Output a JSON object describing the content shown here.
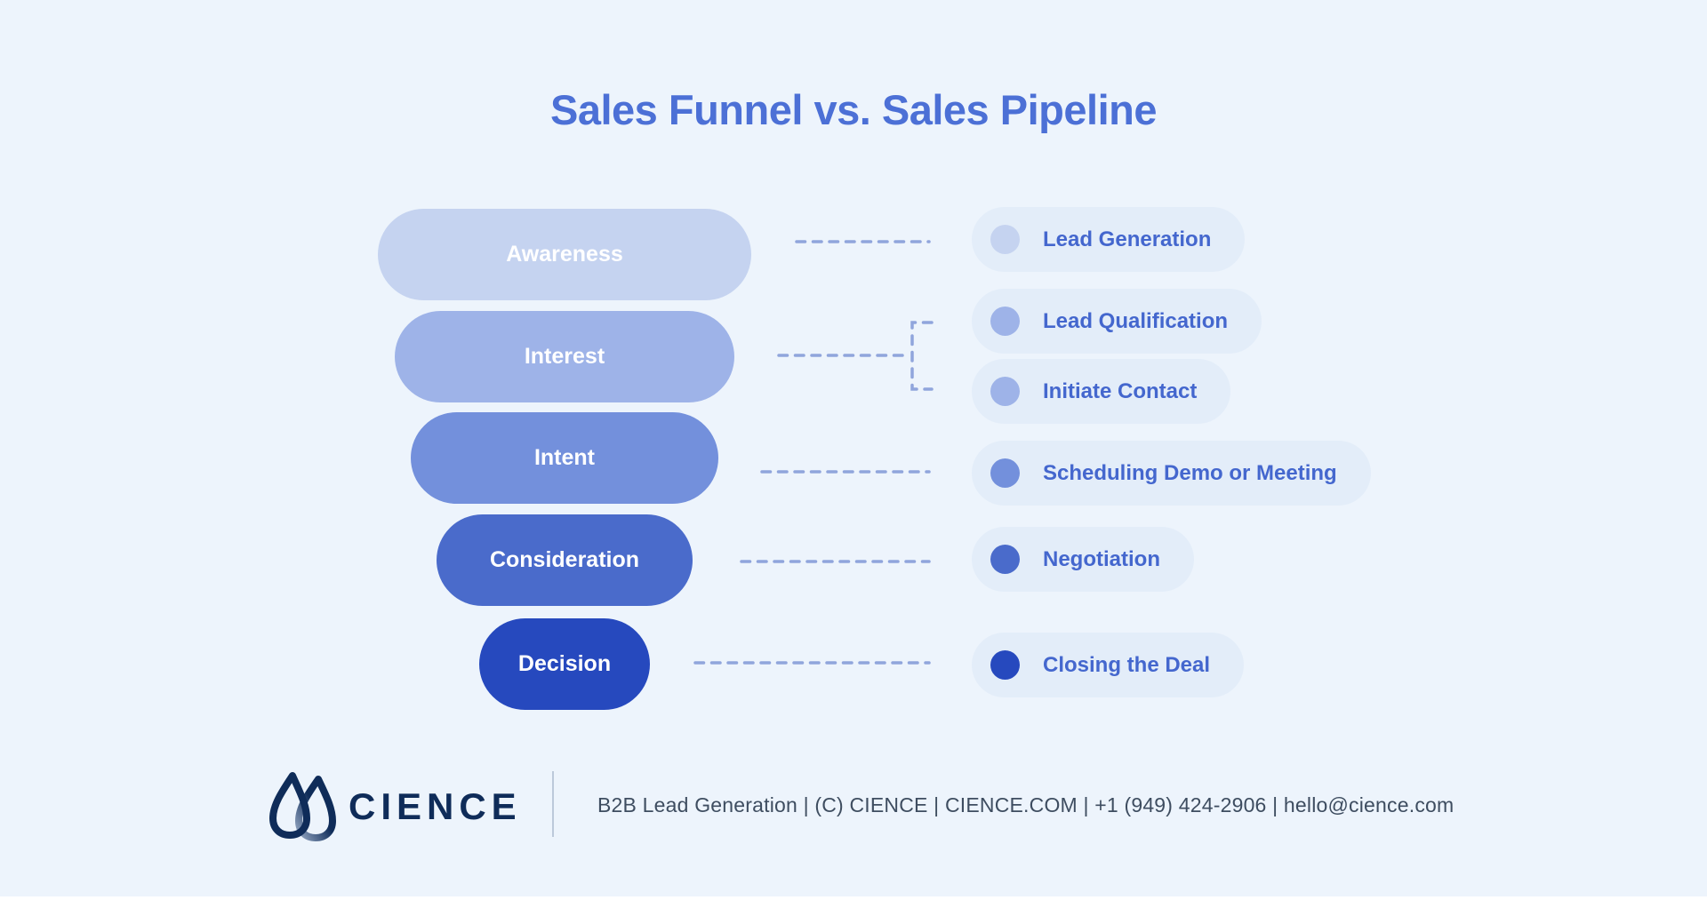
{
  "title": {
    "text": "Sales Funnel vs. Sales Pipeline",
    "color": "#4C70D6"
  },
  "funnel": {
    "stages": [
      {
        "label": "Awareness",
        "color": "#C5D3F0"
      },
      {
        "label": "Interest",
        "color": "#9EB3E8"
      },
      {
        "label": "Intent",
        "color": "#7390DC"
      },
      {
        "label": "Consideration",
        "color": "#4A6BCB"
      },
      {
        "label": "Decision",
        "color": "#2649BE"
      }
    ]
  },
  "pipeline": {
    "pill_bg": "#E3EDF9",
    "text_color": "#4467CE",
    "items": [
      {
        "label": "Lead Generation",
        "dot_color": "#C5D3F0"
      },
      {
        "label": "Lead Qualification",
        "dot_color": "#9EB3E8"
      },
      {
        "label": "Initiate Contact",
        "dot_color": "#9EB3E8"
      },
      {
        "label": "Scheduling Demo or Meeting",
        "dot_color": "#7390DC"
      },
      {
        "label": "Negotiation",
        "dot_color": "#4A6BCB"
      },
      {
        "label": "Closing the Deal",
        "dot_color": "#2649BE"
      }
    ]
  },
  "mappings": [
    {
      "from": "Awareness",
      "to": [
        "Lead Generation"
      ]
    },
    {
      "from": "Interest",
      "to": [
        "Lead Qualification",
        "Initiate Contact"
      ]
    },
    {
      "from": "Intent",
      "to": [
        "Scheduling Demo or Meeting"
      ]
    },
    {
      "from": "Consideration",
      "to": [
        "Negotiation"
      ]
    },
    {
      "from": "Decision",
      "to": [
        "Closing the Deal"
      ]
    }
  ],
  "footer": {
    "brand": "CIENCE",
    "brand_color": "#0F2C59",
    "info": "B2B Lead Generation | (C) CIENCE | CIENCE.COM | +1 (949) 424-2906 | hello@cience.com",
    "info_color": "#3E4D60"
  },
  "colors": {
    "background": "#EDF4FC",
    "connector": "#90A5DC"
  }
}
